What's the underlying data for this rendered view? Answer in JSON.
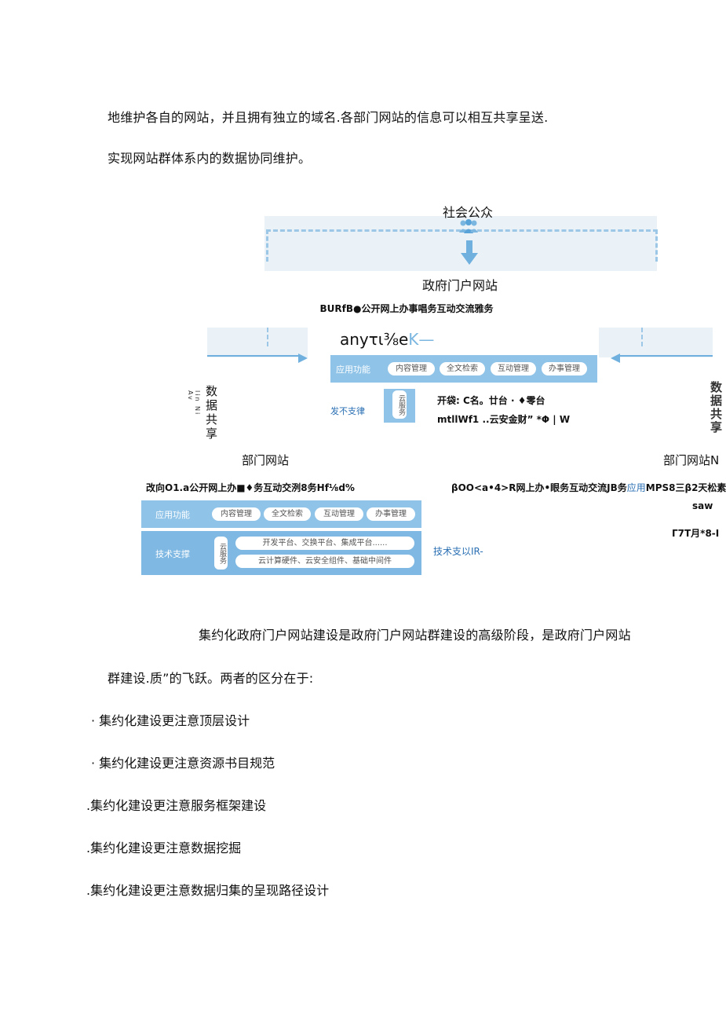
{
  "paragraphs": {
    "p1": "地维护各自的网站，并且拥有独立的域名.各部门网站的信息可以相互共享呈送.",
    "p2": "实现网站群体系内的数据协同维护。",
    "p3": "集约化政府门户网站建设是政府门户网站群建设的高级阶段，是政府门户网站",
    "p4": "群建设.质”的飞跃。两者的区分在于:"
  },
  "bullets": [
    "· 集约化建设更注意顶层设计",
    "· 集约化建设更注意资源书目规范",
    ".集约化建设更注意服务框架建设",
    ".集约化建设更注意数据挖掘",
    ".集约化建设更注意数据归集的呈现路径设计"
  ],
  "diagram": {
    "public_label": "社会公众",
    "portal_label": "政府门户网站",
    "portal_services": "BURfB●公开网上办事唱务互动交流雅务",
    "garbled_title_main": "anyτι⅜e",
    "garbled_title_k": "K—",
    "func_label": "应用功能",
    "func_pills": [
      "内容管理",
      "全文检索",
      "互动管理",
      "办事管理"
    ],
    "cloud_label": "云服务",
    "support_side": "发不支律",
    "top_right_line1": "开袋: C名。廿台 · ♦零台",
    "top_right_line2": "mtllWf1 ..云安金财” *Φ | W",
    "left_share": "数据共享",
    "left_small": "lin Ni Av",
    "right_share": "数据共享",
    "dept_left": "部门网站",
    "dept_right": "部门网站N",
    "dept_left_services": "改向O1.a公开网上办■♦务互动交洌8务Hf⅛d%",
    "dept_right_services_a": "βOO<a•4>R网上办•眼务互动交流JB务",
    "dept_right_services_b": "应用",
    "dept_right_services_c": "MPS8三β2天松素",
    "right_saw": "saw",
    "right_line3": "Γ7T月*8-I",
    "bottom_func_label": "应用功能",
    "bottom_func_pills": [
      "内容管理",
      "全文检索",
      "互动管理",
      "办事管理"
    ],
    "tech_label": "技术支撑",
    "tech_cloud": "云服务",
    "tech_row1": "开发平台、交换平台、集成平台......",
    "tech_row2": "云计算硬件、云安全组件、基础中间件",
    "tech_side_right": "技术支以IR-"
  }
}
